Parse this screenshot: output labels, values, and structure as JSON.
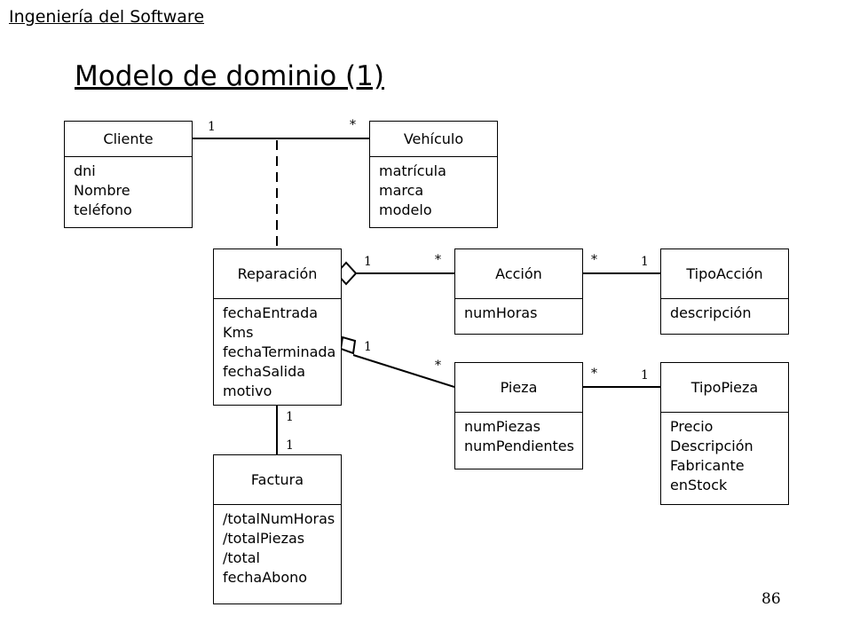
{
  "header": "Ingeniería del Software",
  "title": "Modelo de dominio (1)",
  "page_number": "86",
  "classes": {
    "cliente": {
      "name": "Cliente",
      "attrs": [
        "dni",
        "Nombre",
        "teléfono"
      ]
    },
    "vehiculo": {
      "name": "Vehículo",
      "attrs": [
        "matrícula",
        "marca",
        "modelo"
      ]
    },
    "reparacion": {
      "name": "Reparación",
      "attrs": [
        "fechaEntrada",
        "Kms",
        "fechaTerminada",
        "fechaSalida",
        "motivo"
      ]
    },
    "accion": {
      "name": "Acción",
      "attrs": [
        "numHoras"
      ]
    },
    "tipoaccion": {
      "name": "TipoAcción",
      "attrs": [
        "descripción"
      ]
    },
    "pieza": {
      "name": "Pieza",
      "attrs": [
        "numPiezas",
        "numPendientes"
      ]
    },
    "tipopieza": {
      "name": "TipoPieza",
      "attrs": [
        "Precio",
        "Descripción",
        "Fabricante",
        "enStock"
      ]
    },
    "factura": {
      "name": "Factura",
      "attrs": [
        "/totalNumHoras",
        "/totalPiezas",
        "/total",
        "fechaAbono"
      ]
    }
  },
  "multiplicities": {
    "cliente_vehiculo_1": "1",
    "cliente_vehiculo_many": "*",
    "reparacion_accion_1": "1",
    "reparacion_accion_many": "*",
    "accion_tipoaccion_many": "*",
    "accion_tipoaccion_1": "1",
    "reparacion_pieza_1": "1",
    "reparacion_pieza_many": "*",
    "pieza_tipopieza_many": "*",
    "pieza_tipopieza_1": "1",
    "reparacion_factura_top": "1",
    "reparacion_factura_bottom": "1"
  }
}
